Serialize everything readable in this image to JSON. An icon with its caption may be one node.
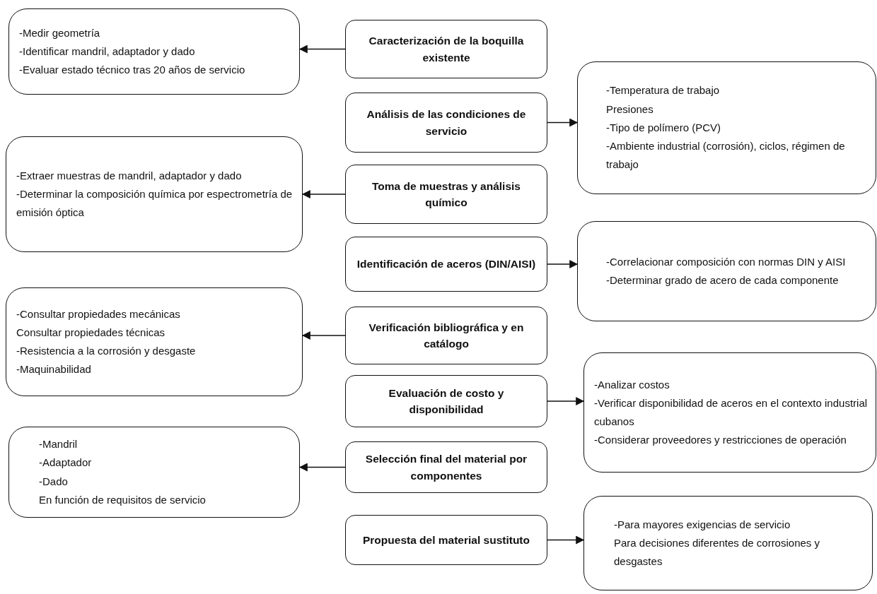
{
  "diagram": {
    "nodes": [
      {
        "text": [
          "Caracterización de la boquilla existente"
        ]
      },
      {
        "text": [
          "-Medir geometría",
          "-Identificar mandril, adaptador y dado",
          "-Evaluar estado técnico tras 20 años de servicio"
        ]
      },
      {
        "text": [
          "Análisis de las condiciones de servicio"
        ]
      },
      {
        "text": [
          "-Temperatura de trabajo",
          "Presiones",
          "-Tipo de polímero (PCV)",
          "-Ambiente industrial (corrosión), ciclos, régimen de trabajo"
        ]
      },
      {
        "text": [
          "Toma de muestras y análisis químico"
        ]
      },
      {
        "text": [
          "-Extraer muestras de mandril, adaptador y dado",
          "-Determinar la composición química por espectrometría de emisión óptica"
        ]
      },
      {
        "text": [
          "Identificación de aceros (DIN/AISI)"
        ]
      },
      {
        "text": [
          "-Correlacionar composición con normas DIN y AISI",
          "-Determinar grado de acero de cada componente"
        ]
      },
      {
        "text": [
          "Verificación bibliográfica y en catálogo"
        ]
      },
      {
        "text": [
          "-Consultar propiedades mecánicas",
          "Consultar propiedades técnicas",
          "-Resistencia a la corrosión y desgaste",
          "-Maquinabilidad"
        ]
      },
      {
        "text": [
          "Evaluación de costo y disponibilidad"
        ]
      },
      {
        "text": [
          "-Analizar costos",
          "-Verificar disponibilidad de aceros en el contexto industrial cubanos",
          "-Considerar proveedores y restricciones de operación"
        ]
      },
      {
        "text": [
          "Selección final del material por componentes"
        ]
      },
      {
        "text": [
          "-Mandril",
          "-Adaptador",
          "-Dado",
          "En función de requisitos de servicio"
        ]
      },
      {
        "text": [
          "Propuesta del material sustituto"
        ]
      },
      {
        "text": [
          "-Para mayores exigencias de servicio",
          "Para decisiones diferentes de corrosiones y desgastes"
        ]
      }
    ],
    "edges": [
      {
        "from": 0,
        "to": 1,
        "arrow": "to"
      },
      {
        "from": 2,
        "to": 3,
        "arrow": "to"
      },
      {
        "from": 4,
        "to": 5,
        "arrow": "to"
      },
      {
        "from": 6,
        "to": 7,
        "arrow": "to"
      },
      {
        "from": 8,
        "to": 9,
        "arrow": "to"
      },
      {
        "from": 10,
        "to": 11,
        "arrow": "to"
      },
      {
        "from": 12,
        "to": 13,
        "arrow": "to"
      },
      {
        "from": 14,
        "to": 15,
        "arrow": "to"
      }
    ]
  }
}
